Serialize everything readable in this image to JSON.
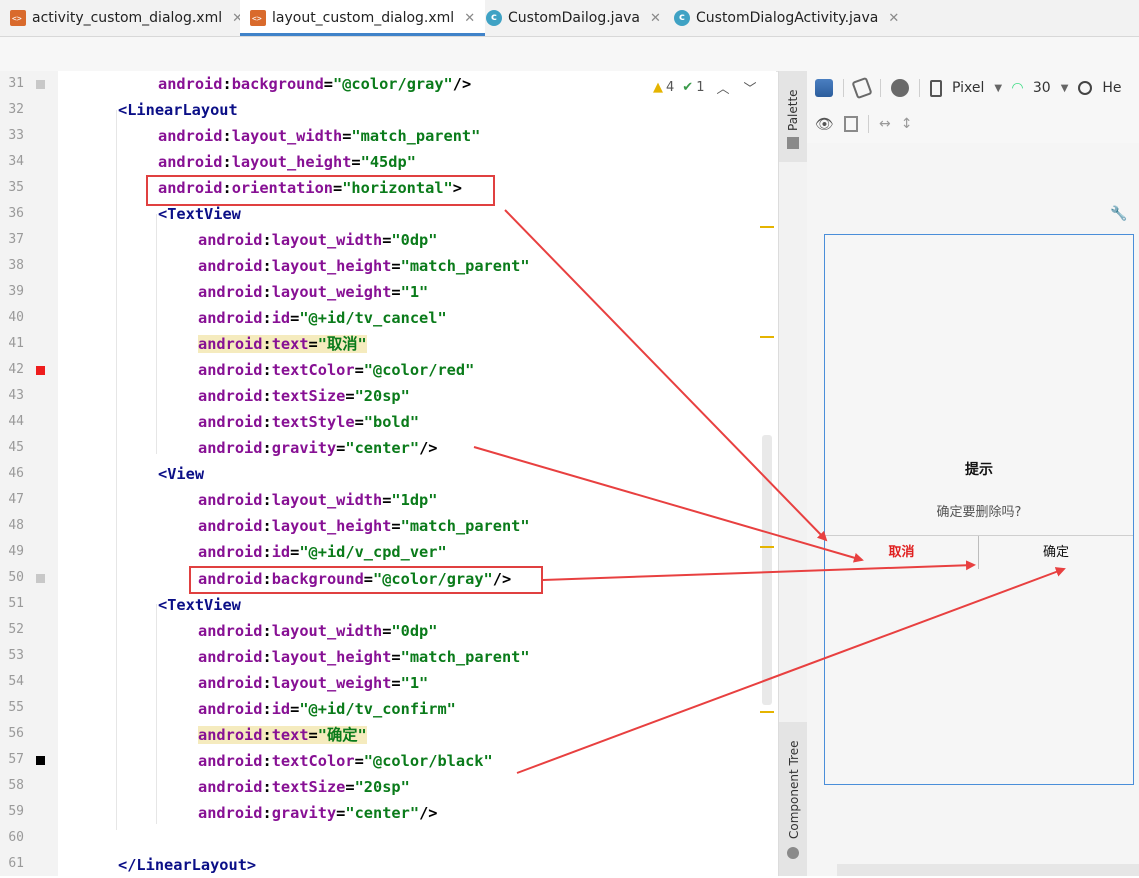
{
  "tabs": [
    {
      "label": "activity_custom_dialog.xml",
      "icon": "xml-file-icon",
      "active": false
    },
    {
      "label": "layout_custom_dialog.xml",
      "icon": "xml-file-icon",
      "active": true
    },
    {
      "label": "CustomDailog.java",
      "icon": "java-class-icon",
      "active": false
    },
    {
      "label": "CustomDialogActivity.java",
      "icon": "java-class-icon",
      "active": false
    }
  ],
  "close_glyph": "✕",
  "inspections": {
    "warnings": "4",
    "weak_warnings": "1"
  },
  "lines": [
    "31",
    "32",
    "33",
    "34",
    "35",
    "36",
    "37",
    "38",
    "39",
    "40",
    "41",
    "42",
    "43",
    "44",
    "45",
    "46",
    "47",
    "48",
    "49",
    "50",
    "51",
    "52",
    "53",
    "54",
    "55",
    "56",
    "57",
    "58",
    "59",
    "60",
    "61"
  ],
  "code": {
    "l31": {
      "ns": "android",
      "attr": "background",
      "value": "\"@color/gray\"",
      "end": "/>"
    },
    "l32": "<LinearLayout",
    "l33": {
      "ns": "android",
      "attr": "layout_width",
      "value": "\"match_parent\""
    },
    "l34": {
      "ns": "android",
      "attr": "layout_height",
      "value": "\"45dp\""
    },
    "l35": {
      "ns": "android",
      "attr": "orientation",
      "value": "\"horizontal\"",
      "end": ">"
    },
    "l36": "<TextView",
    "l37": {
      "ns": "android",
      "attr": "layout_width",
      "value": "\"0dp\""
    },
    "l38": {
      "ns": "android",
      "attr": "layout_height",
      "value": "\"match_parent\""
    },
    "l39": {
      "ns": "android",
      "attr": "layout_weight",
      "value": "\"1\""
    },
    "l40": {
      "ns": "android",
      "attr": "id",
      "value": "\"@+id/tv_cancel\""
    },
    "l41": {
      "ns": "android",
      "attr": "text",
      "value": "\"取消\""
    },
    "l42": {
      "ns": "android",
      "attr": "textColor",
      "value": "\"@color/red\""
    },
    "l43": {
      "ns": "android",
      "attr": "textSize",
      "value": "\"20sp\""
    },
    "l44": {
      "ns": "android",
      "attr": "textStyle",
      "value": "\"bold\""
    },
    "l45": {
      "ns": "android",
      "attr": "gravity",
      "value": "\"center\"",
      "end": "/>"
    },
    "l46": "<View",
    "l47": {
      "ns": "android",
      "attr": "layout_width",
      "value": "\"1dp\""
    },
    "l48": {
      "ns": "android",
      "attr": "layout_height",
      "value": "\"match_parent\""
    },
    "l49": {
      "ns": "android",
      "attr": "id",
      "value": "\"@+id/v_cpd_ver\""
    },
    "l50": {
      "ns": "android",
      "attr": "background",
      "value": "\"@color/gray\"",
      "end": "/>"
    },
    "l51": "<TextView",
    "l52": {
      "ns": "android",
      "attr": "layout_width",
      "value": "\"0dp\""
    },
    "l53": {
      "ns": "android",
      "attr": "layout_height",
      "value": "\"match_parent\""
    },
    "l54": {
      "ns": "android",
      "attr": "layout_weight",
      "value": "\"1\""
    },
    "l55": {
      "ns": "android",
      "attr": "id",
      "value": "\"@+id/tv_confirm\""
    },
    "l56": {
      "ns": "android",
      "attr": "text",
      "value": "\"确定\""
    },
    "l57": {
      "ns": "android",
      "attr": "textColor",
      "value": "\"@color/black\""
    },
    "l58": {
      "ns": "android",
      "attr": "textSize",
      "value": "\"20sp\""
    },
    "l59": {
      "ns": "android",
      "attr": "gravity",
      "value": "\"center\"",
      "end": "/>"
    },
    "l61": "</LinearLayout>"
  },
  "side_tabs": {
    "palette": "Palette",
    "component_tree": "Component Tree"
  },
  "design_toolbar": {
    "device": "Pixel",
    "api": "30",
    "theme": "He"
  },
  "preview": {
    "title": "提示",
    "message": "确定要删除吗?",
    "cancel": "取消",
    "confirm": "确定",
    "cancel_color": "#e02020"
  },
  "colors": {
    "annotation_red": "#e84040",
    "selected_tab": "#4083c9",
    "preview_border": "#4a8ed9"
  }
}
